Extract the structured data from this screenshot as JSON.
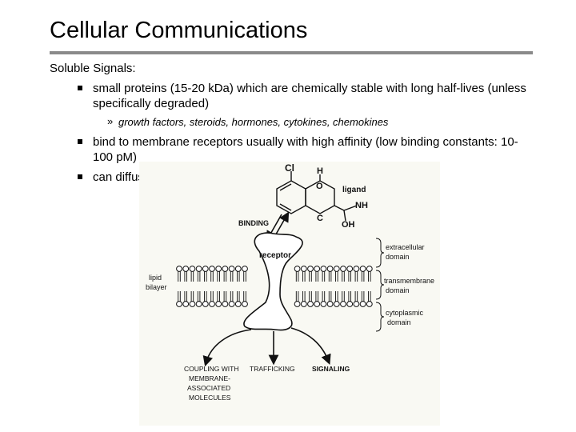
{
  "slide": {
    "title": "Cellular Communications",
    "section": "Soluble Signals:",
    "bullets": [
      "small proteins (15-20 kDa) which are chemically stable with long half-lives (unless specifically degraded)",
      "bind to membrane receptors usually with high affinity (low binding constants: 10-100 pM)",
      "can diffusion long distances"
    ],
    "sub_bullet_marker": "»",
    "sub_bullet": "growth factors, steroids, hormones, cytokines, chemokines"
  },
  "figure": {
    "ligand_label": "ligand",
    "atom_cl": "Cl",
    "atom_h": "H",
    "atom_o": "O",
    "atom_c": "C",
    "atom_nh": "NH",
    "atom_oh": "OH",
    "binding_label": "BINDING",
    "receptor_label": "receptor",
    "lipid_label_1": "lipid",
    "lipid_label_2": "bilayer",
    "domain_extracellular_1": "extracellular",
    "domain_extracellular_2": "domain",
    "domain_transmembrane_1": "transmembrane",
    "domain_transmembrane_2": "domain",
    "domain_cytoplasmic_1": "cytoplasmic",
    "domain_cytoplasmic_2": "domain",
    "coupling_1": "COUPLING WITH",
    "coupling_2": "MEMBRANE-",
    "coupling_3": "ASSOCIATED",
    "coupling_4": "MOLECULES",
    "trafficking_label": "TRAFFICKING",
    "signaling_label": "SIGNALING"
  }
}
